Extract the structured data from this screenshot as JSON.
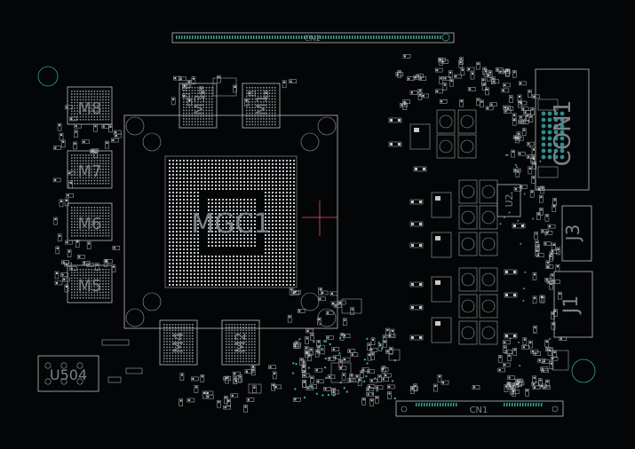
{
  "title": "PCB board layout viewer",
  "colors": {
    "background": "#040506",
    "outline": "#b9bcbf",
    "label": "#7c8287",
    "via": "#2aa8a0",
    "crosshair": "#e05a5a"
  },
  "labels": {
    "gpu": "MGC1",
    "mem_m8": "M8",
    "mem_m7": "M7",
    "mem_m6": "M6",
    "mem_m5": "M5",
    "mem_m3": "M3",
    "mem_m1": "M1",
    "mem_m4": "M4",
    "mem_m2": "M2",
    "conn_top": "CN2",
    "conn_bottom": "CN1",
    "conn_con1": "CON1",
    "conn_j3": "J3",
    "conn_j1": "J1",
    "conn_u504": "U504",
    "reg_u2": "U2"
  }
}
